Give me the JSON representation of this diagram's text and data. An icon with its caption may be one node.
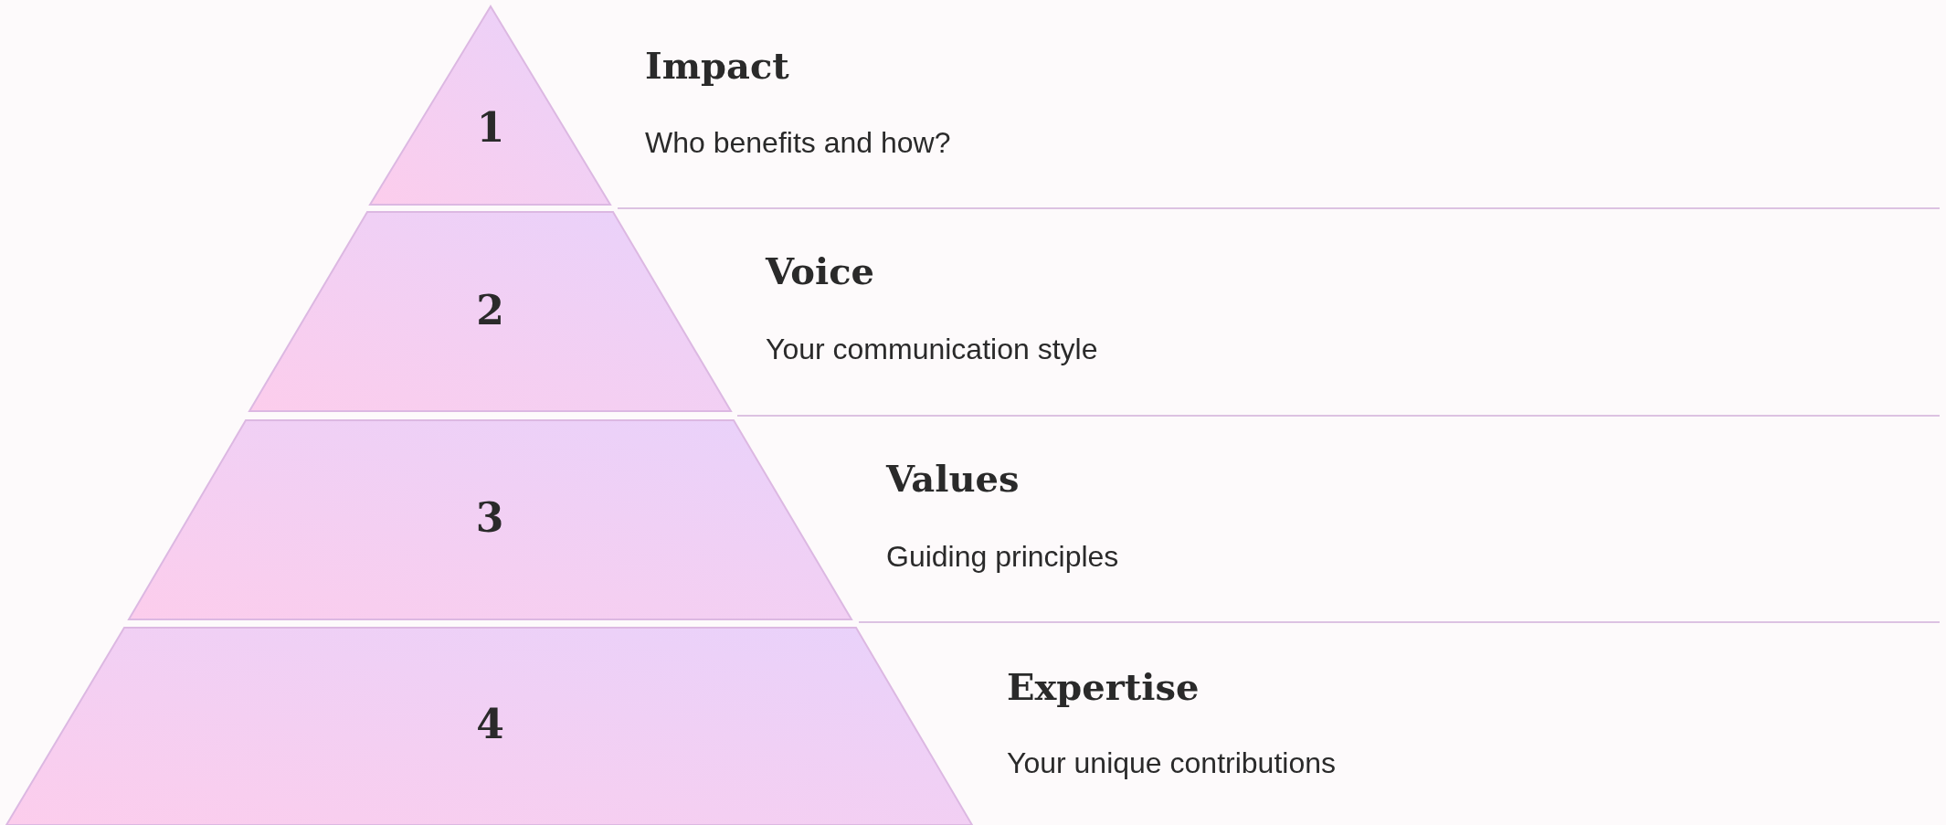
{
  "diagram": {
    "nodes": [
      {
        "text": [
          "1"
        ],
        "beside": [
          "Impact",
          "Who benefits and how?"
        ]
      },
      {
        "text": [
          "2"
        ],
        "beside": [
          "Voice",
          "Your communication style"
        ]
      },
      {
        "text": [
          "3"
        ],
        "beside": [
          "Values",
          "Guiding principles"
        ]
      },
      {
        "text": [
          "4"
        ],
        "beside": [
          "Expertise",
          "Your unique contributions"
        ]
      }
    ]
  }
}
